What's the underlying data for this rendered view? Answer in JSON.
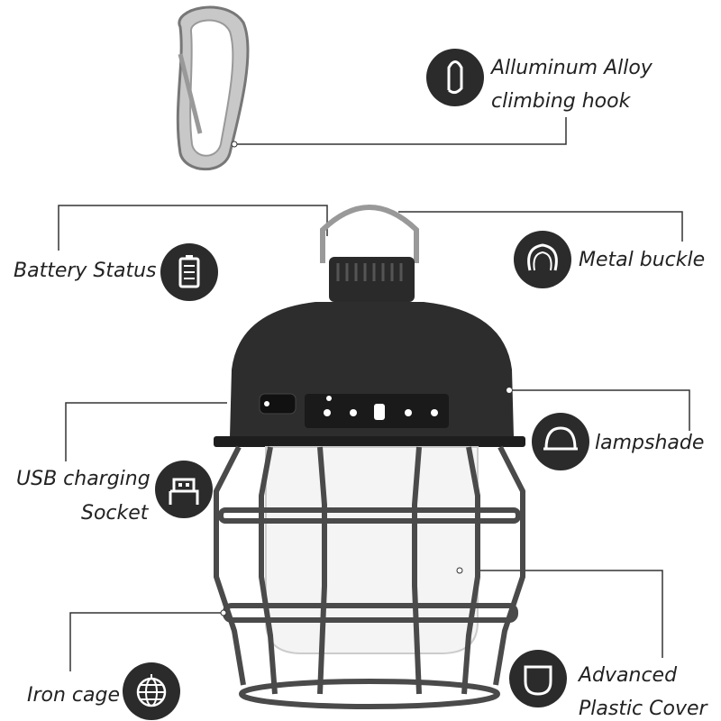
{
  "features": {
    "hook": {
      "line1": "Alluminum Alloy",
      "line2": "climbing hook",
      "icon": "carabiner-icon"
    },
    "battery": {
      "label": "Battery Status",
      "icon": "battery-icon"
    },
    "buckle": {
      "label": "Metal buckle",
      "icon": "buckle-icon"
    },
    "usb": {
      "line1": "USB charging",
      "line2": "Socket",
      "icon": "usb-icon"
    },
    "lampshade": {
      "label": "lampshade",
      "icon": "lampshade-icon"
    },
    "cage": {
      "label": "Iron cage",
      "icon": "globe-cage-icon"
    },
    "cover": {
      "line1": "Advanced",
      "line2": "Plastic Cover",
      "icon": "cover-icon"
    }
  },
  "colors": {
    "icon_bg": "#2b2b2b",
    "line": "#333333",
    "lantern": "#2a2a2a",
    "cage": "#4a4a4a"
  }
}
